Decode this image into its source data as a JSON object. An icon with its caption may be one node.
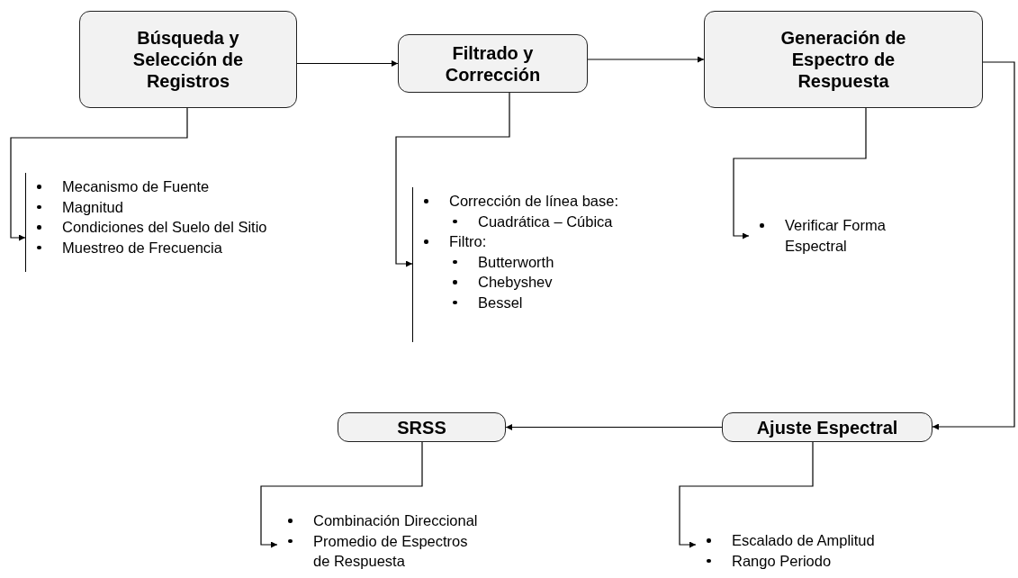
{
  "diagram": {
    "nodes": [
      {
        "text": [
          "Búsqueda y Selección de Registros"
        ]
      },
      {
        "text": [
          "Filtrado y Corrección"
        ]
      },
      {
        "text": [
          "Generación de Espectro de Respuesta"
        ]
      },
      {
        "text": [
          "SRSS"
        ]
      },
      {
        "text": [
          "Ajuste Espectral"
        ]
      },
      {
        "text": [
          "Mecanismo de Fuente",
          "Magnitud",
          "Condiciones del Suelo del Sitio",
          "Muestreo de Frecuencia"
        ]
      },
      {
        "text": [
          "Corrección de línea base:",
          "Cuadrática – Cúbica",
          "Filtro:",
          "Butterworth",
          "Chebyshev",
          "Bessel"
        ]
      },
      {
        "text": [
          "Verificar Forma Espectral"
        ]
      },
      {
        "text": [
          "Combinación Direccional",
          "Promedio de Espectros de Respuesta"
        ]
      },
      {
        "text": [
          "Escalado de Amplitud",
          "Rango Periodo"
        ]
      }
    ],
    "edges": [
      {
        "from": 0,
        "to": 1,
        "arrow": "to"
      },
      {
        "from": 1,
        "to": 2,
        "arrow": "to"
      },
      {
        "from": 2,
        "to": 4,
        "arrow": "to"
      },
      {
        "from": 4,
        "to": 3,
        "arrow": "to"
      },
      {
        "from": 0,
        "to": 5,
        "arrow": "to"
      },
      {
        "from": 1,
        "to": 6,
        "arrow": "to"
      },
      {
        "from": 2,
        "to": 7,
        "arrow": "to"
      },
      {
        "from": 3,
        "to": 8,
        "arrow": "to"
      },
      {
        "from": 4,
        "to": 9,
        "arrow": "to"
      }
    ]
  }
}
